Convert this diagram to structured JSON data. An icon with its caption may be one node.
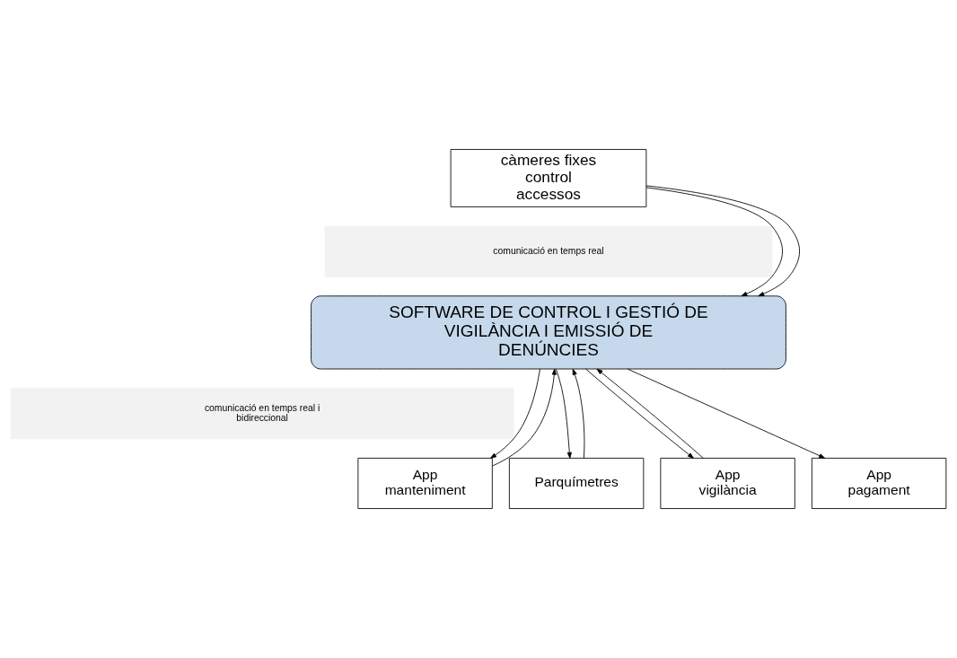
{
  "diagram": {
    "nodes": [
      {
        "text": [
          "càmeres fixes control accessos"
        ]
      },
      {
        "text": [
          "comunicació en temps real"
        ]
      },
      {
        "text": [
          "SOFTWARE DE CONTROL I GESTIÓ DE VIGILÀNCIA I EMISSIÓ DE DENÚNCIES"
        ]
      },
      {
        "text": [
          "comunicació en temps real i bidireccional"
        ]
      },
      {
        "text": [
          "Parquímetres"
        ]
      },
      {
        "text": [
          "App manteniment"
        ]
      },
      {
        "text": [
          "App vigilància"
        ]
      },
      {
        "text": [
          "App pagament"
        ]
      }
    ],
    "edges": [
      {
        "from": 0,
        "to": 2,
        "arrow": "to"
      },
      {
        "from": 0,
        "to": 2,
        "arrow": "to"
      },
      {
        "from": 2,
        "to": 4,
        "arrow": "to"
      },
      {
        "from": 4,
        "to": 2,
        "arrow": "to"
      },
      {
        "from": 2,
        "to": 5,
        "arrow": "to"
      },
      {
        "from": 5,
        "to": 2,
        "arrow": "to"
      },
      {
        "from": 2,
        "to": 6,
        "arrow": "to"
      },
      {
        "from": 6,
        "to": 2,
        "arrow": "to"
      },
      {
        "from": 2,
        "to": 7,
        "arrow": "to"
      }
    ]
  }
}
